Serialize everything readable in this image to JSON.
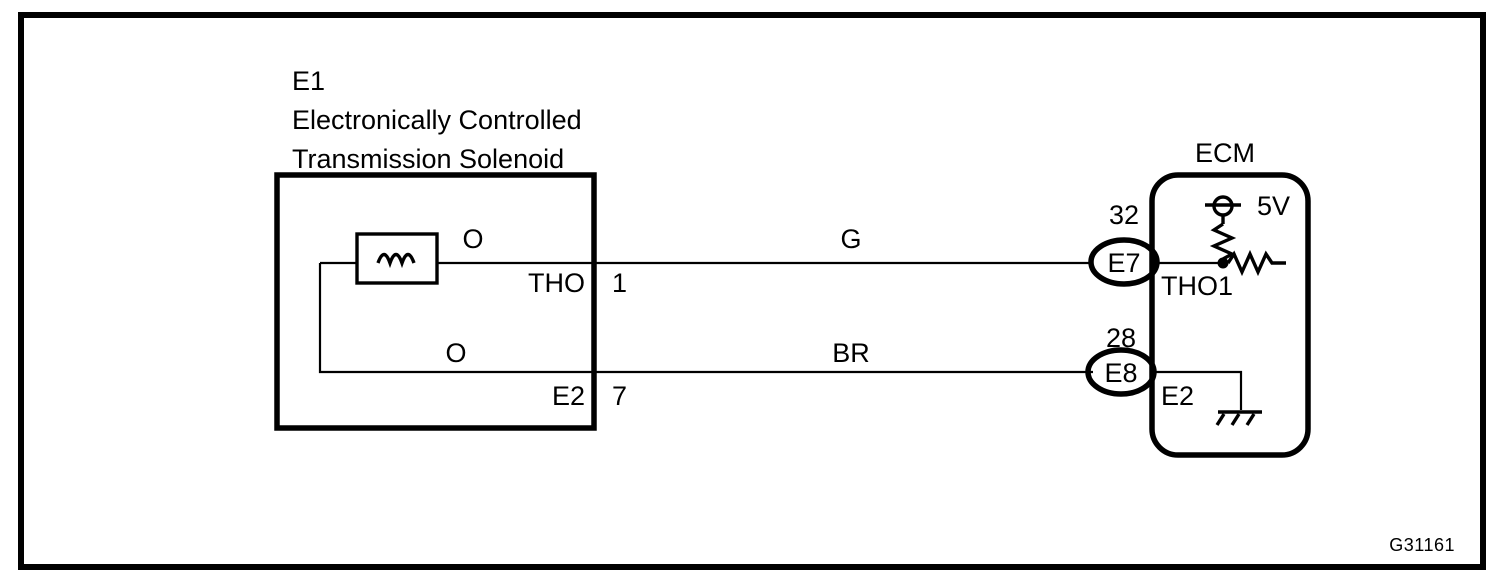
{
  "figure": {
    "code": "G31161",
    "title_left": {
      "connector_id": "E1",
      "line1": "Electronically Controlled",
      "line2": "Transmission Solenoid"
    },
    "title_right": "ECM"
  },
  "solenoid": {
    "name": "Electronically Controlled Transmission Solenoid",
    "connector": "E1",
    "coil_icon": "coil-winding-icon",
    "circuits": [
      {
        "wire_color_code": "O",
        "terminal": "THO",
        "pin": "1"
      },
      {
        "wire_color_code": "O",
        "terminal": "E2",
        "pin": "7"
      }
    ]
  },
  "harness": {
    "wires": [
      {
        "color_code": "G",
        "from": "THO 1",
        "to": "E7 32"
      },
      {
        "color_code": "BR",
        "from": "E2 7",
        "to": "E8 28"
      }
    ]
  },
  "ecm": {
    "label": "ECM",
    "connectors": [
      {
        "name": "E7",
        "pin": "32",
        "terminal": "THO1"
      },
      {
        "name": "E8",
        "pin": "28",
        "terminal": "E2"
      }
    ],
    "internal": {
      "supply_label": "5V",
      "supply_icon": "voltage-source-icon",
      "pullup_resistor_icon": "resistor-icon",
      "series_resistor_icon": "resistor-icon",
      "junction_icon": "junction-dot-icon",
      "ground_icon": "chassis-ground-icon"
    }
  }
}
